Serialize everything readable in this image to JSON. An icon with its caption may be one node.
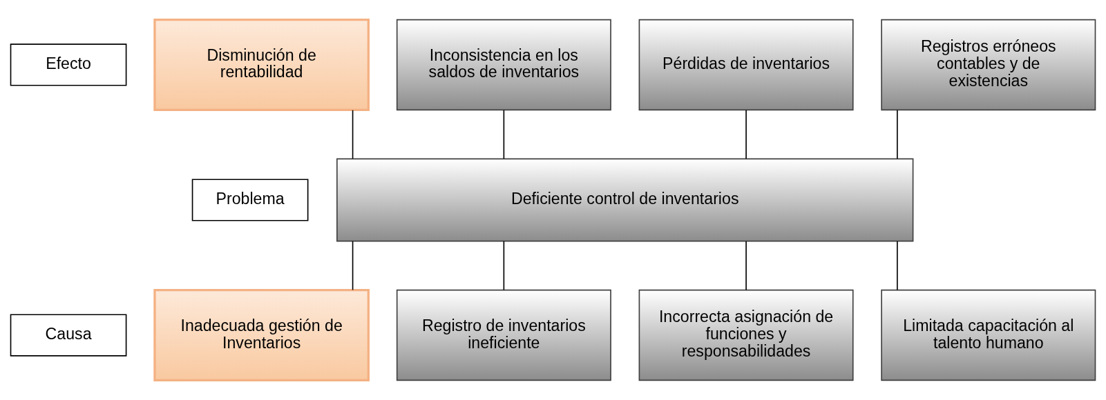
{
  "diagram": {
    "nodes": [
      {
        "text": [
          "Efecto"
        ]
      },
      {
        "text": [
          "Problema"
        ]
      },
      {
        "text": [
          "Causa"
        ]
      },
      {
        "text": [
          "Disminución de rentabilidad"
        ]
      },
      {
        "text": [
          "Inconsistencia en los saldos de inventarios"
        ]
      },
      {
        "text": [
          "Pérdidas de inventarios"
        ]
      },
      {
        "text": [
          "Registros erróneos contables y de existencias"
        ]
      },
      {
        "text": [
          "Deficiente control de inventarios"
        ]
      },
      {
        "text": [
          "Inadecuada gestión de Inventarios"
        ]
      },
      {
        "text": [
          "Registro de inventarios ineficiente"
        ]
      },
      {
        "text": [
          "Incorrecta asignación de funciones y responsabilidades"
        ]
      },
      {
        "text": [
          "Limitada capacitación al talento humano"
        ]
      }
    ],
    "edges": [
      {
        "from": 3,
        "to": 7,
        "arrow": "none"
      },
      {
        "from": 4,
        "to": 7,
        "arrow": "none"
      },
      {
        "from": 5,
        "to": 7,
        "arrow": "none"
      },
      {
        "from": 6,
        "to": 7,
        "arrow": "none"
      },
      {
        "from": 7,
        "to": 8,
        "arrow": "none"
      },
      {
        "from": 7,
        "to": 9,
        "arrow": "none"
      },
      {
        "from": 7,
        "to": 10,
        "arrow": "none"
      },
      {
        "from": 7,
        "to": 11,
        "arrow": "none"
      }
    ]
  }
}
